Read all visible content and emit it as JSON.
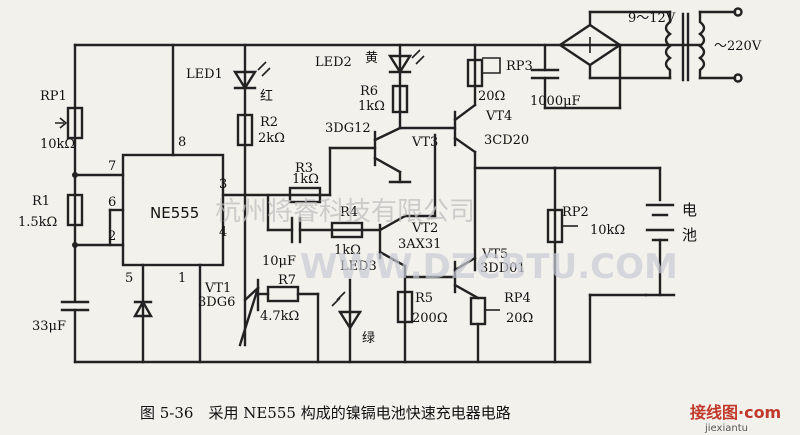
{
  "labels": {
    "rp1": "RP1",
    "rp1v": "10kΩ",
    "r1": "R1",
    "r1v": "1.5kΩ",
    "c1": "33μF",
    "ic": "NE555",
    "p8": "8",
    "p7": "7",
    "p6": "6",
    "p2": "2",
    "p3": "3",
    "p4": "4",
    "p5": "5",
    "p1": "1",
    "led1": "LED1",
    "led1c": "红",
    "r2": "R2",
    "r2v": "2kΩ",
    "r3": "R3",
    "r3v": "1kΩ",
    "r4": "R4",
    "r4v": "1kΩ",
    "c2v": "10μF",
    "vt1": "VT1",
    "vt1t": "3DG6",
    "r7": "R7",
    "r7v": "4.7kΩ",
    "led2": "LED2",
    "led2c": "黄",
    "r6": "R6",
    "r6v": "1kΩ",
    "vt3": "VT3",
    "vt3t": "3DG12",
    "vt2": "VT2",
    "vt2t": "3AX31",
    "led3": "LED3",
    "led3c": "绿",
    "r5": "R5",
    "r5v": "200Ω",
    "rp3": "RP3",
    "rp3v": "20Ω",
    "vt4": "VT4",
    "vt4t": "3CD20",
    "vt5": "VT5",
    "vt5t": "3DD01",
    "rp4": "RP4",
    "rp4v": "20Ω",
    "c3v": "1000μF",
    "dcv": "9～12V",
    "acv": "～220V",
    "rp2": "RP2",
    "rp2v": "10kΩ",
    "bat1": "电",
    "bat2": "池"
  },
  "caption": "图 5-36　采用 NE555 构成的镍镉电池快速充电器电路",
  "watermark": {
    "cn": "杭州将睿科技有限公司",
    "en": "WWW.DZCBTU.COM"
  },
  "logo": {
    "top": "接线图·com",
    "bottom": "jiexiantu"
  }
}
